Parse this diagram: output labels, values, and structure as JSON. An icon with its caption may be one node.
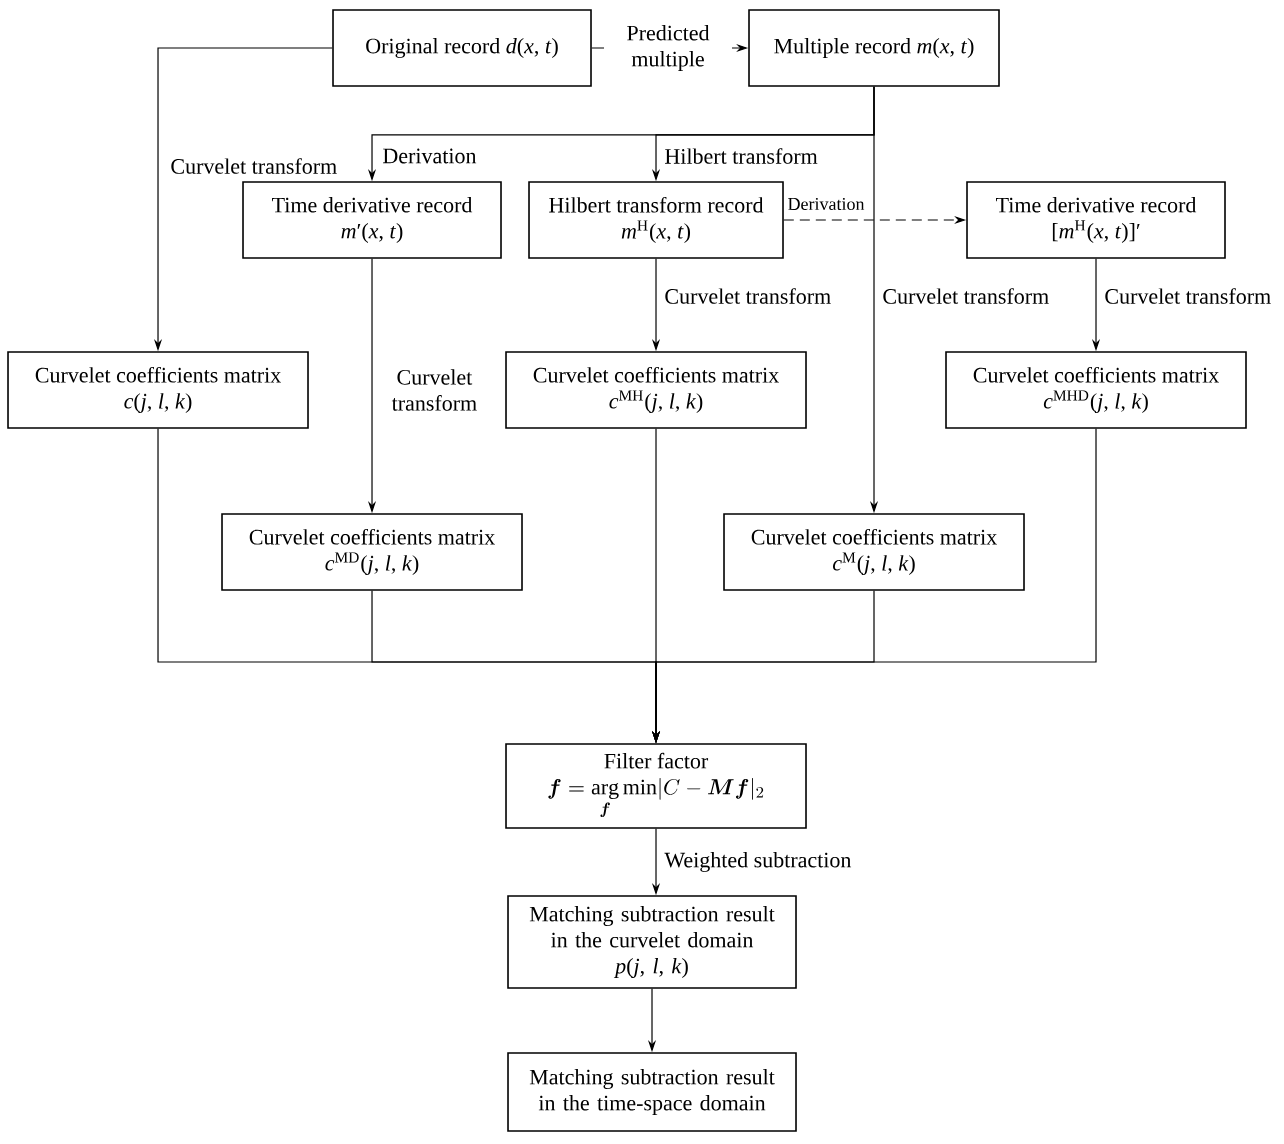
{
  "diagram": {
    "nodes": [
      {
        "text": [
          "Original record *d*(*x*, *t*)"
        ]
      },
      {
        "text": [
          "Multiple record *m*(*x*, *t*)"
        ]
      },
      {
        "text": [
          "Time derivative record",
          "*m*′(*x*, *t*)"
        ]
      },
      {
        "text": [
          "Hilbert transform record",
          "*m*$^{H}$(*x*, *t*)"
        ]
      },
      {
        "text": [
          "Time derivative record",
          "[*m*$^{H}$(*x*, *t*)]′"
        ]
      },
      {
        "text": [
          "Curvelet coefficients matrix",
          "*c*(*j*, *l*, *k*)"
        ]
      },
      {
        "text": [
          "Curvelet coefficients matrix",
          "*c*$^{MH}$(*j*, *l*, *k*)"
        ]
      },
      {
        "text": [
          "Curvelet coefficients matrix",
          "*c*$^{MHD}$(*j*, *l*, *k*)"
        ]
      },
      {
        "text": [
          "Curvelet coefficients matrix",
          "*c*$^{MD}$(*j*, *l*, *k*)"
        ]
      },
      {
        "text": [
          "Curvelet coefficients matrix",
          "*c*$^{M}$(*j*, *l*, *k*)"
        ]
      },
      {
        "text": [
          "Filter factor",
          "\\boldsymbol{f}=\\underset{\\boldsymbol{f}}{\\arg}\\min\\lvert C-\\boldsymbol{Mf}\\rvert_2"
        ]
      },
      {
        "text": [
          "Matching subtraction result in the curvelet domain",
          "*p*(*j*, *l*, *k*)"
        ]
      },
      {
        "text": [
          "Matching subtraction result in the time-space domain"
        ]
      }
    ],
    "edges": [
      {
        "from": 0,
        "to": 1,
        "arrow": "to",
        "label": "Predicted multiple"
      },
      {
        "from": 0,
        "to": 5,
        "arrow": "to",
        "label": "Curvelet transform"
      },
      {
        "from": 1,
        "to": 2,
        "arrow": "to",
        "label": "Derivation"
      },
      {
        "from": 1,
        "to": 3,
        "arrow": "to",
        "label": "Hilbert transform"
      },
      {
        "from": 1,
        "to": 9,
        "arrow": "to",
        "label": "Curvelet transform"
      },
      {
        "from": 3,
        "to": 4,
        "arrow": "to",
        "label": "Derivation",
        "style": "dashed"
      },
      {
        "from": 2,
        "to": 8,
        "arrow": "to",
        "label": "Curvelet transform"
      },
      {
        "from": 3,
        "to": 6,
        "arrow": "to",
        "label": "Curvelet transform"
      },
      {
        "from": 4,
        "to": 7,
        "arrow": "to",
        "label": "Curvelet transform"
      },
      {
        "from": 5,
        "to": 10,
        "arrow": "to"
      },
      {
        "from": 8,
        "to": 10,
        "arrow": "to"
      },
      {
        "from": 6,
        "to": 10,
        "arrow": "to"
      },
      {
        "from": 9,
        "to": 10,
        "arrow": "to"
      },
      {
        "from": 7,
        "to": 10,
        "arrow": "to"
      },
      {
        "from": 10,
        "to": 11,
        "arrow": "to",
        "label": "Weighted subtraction"
      },
      {
        "from": 11,
        "to": 12,
        "arrow": "to"
      }
    ]
  }
}
